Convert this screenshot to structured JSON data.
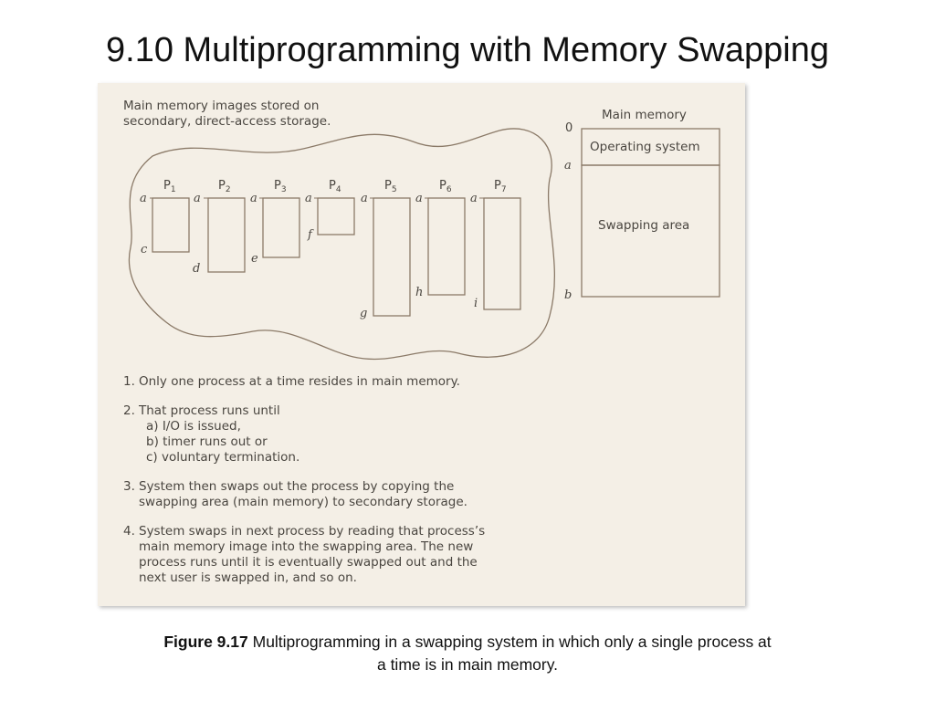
{
  "title": "9.10 Multiprogramming with Memory Swapping",
  "diagram": {
    "storage_label_line1": "Main memory images stored on",
    "storage_label_line2": "secondary, direct-access storage.",
    "processes": [
      {
        "base": "P",
        "sub": "1",
        "top": "a",
        "bottom": "c"
      },
      {
        "base": "P",
        "sub": "2",
        "top": "a",
        "bottom": "d"
      },
      {
        "base": "P",
        "sub": "3",
        "top": "a",
        "bottom": "e"
      },
      {
        "base": "P",
        "sub": "4",
        "top": "a",
        "bottom": "f"
      },
      {
        "base": "P",
        "sub": "5",
        "top": "a",
        "bottom": "g"
      },
      {
        "base": "P",
        "sub": "6",
        "top": "a",
        "bottom": "h"
      },
      {
        "base": "P",
        "sub": "7",
        "top": "a",
        "bottom": "i"
      }
    ],
    "main_memory": {
      "title": "Main memory",
      "os_label": "Operating system",
      "swap_label": "Swapping area",
      "addr_zero": "0",
      "addr_a": "a",
      "addr_b": "b"
    }
  },
  "notes": [
    {
      "num": "1.",
      "lines": [
        "Only one process at a time resides in main memory."
      ],
      "subs": []
    },
    {
      "num": "2.",
      "lines": [
        "That process runs until"
      ],
      "subs": [
        "a) I/O is issued,",
        "b) timer runs out or",
        "c) voluntary termination."
      ]
    },
    {
      "num": "3.",
      "lines": [
        "System then swaps out the process by copying the",
        "swapping area (main memory) to secondary storage."
      ],
      "subs": []
    },
    {
      "num": "4.",
      "lines": [
        "System swaps in next process by reading that process’s",
        "main memory image into the swapping area. The new",
        "process runs until it is eventually swapped out and the",
        "next user is swapped in, and so on."
      ],
      "subs": []
    }
  ],
  "caption": {
    "label": "Figure 9.17",
    "text": " Multiprogramming in a swapping system in which only a single process at",
    "text_line2": "a time is in main memory."
  }
}
